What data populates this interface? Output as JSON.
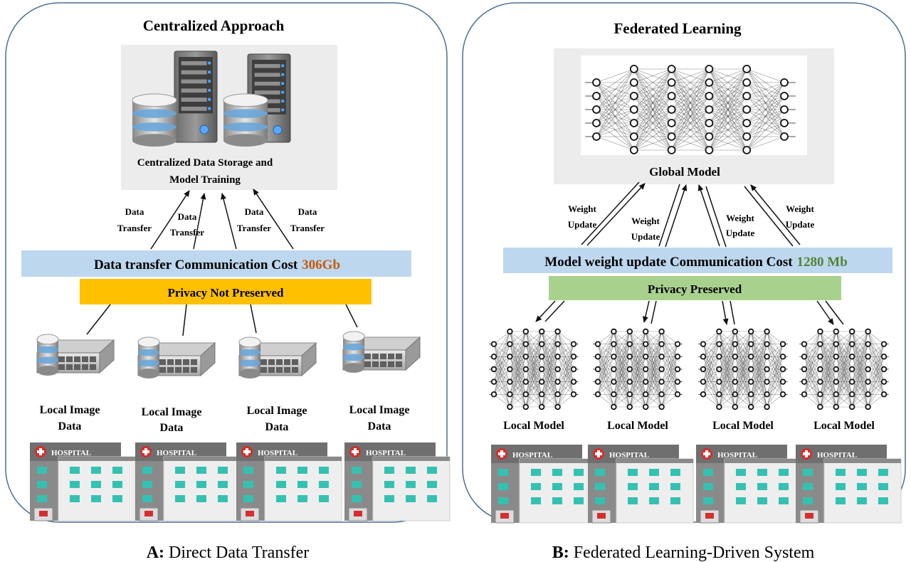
{
  "colors": {
    "panel_border": "#4a6f91",
    "band_blue": "#bdd7ee",
    "band_orange": "#ffc000",
    "band_green": "#a9d18e",
    "cost_orange": "#c55a11",
    "cost_green": "#548235",
    "box_gray": "#ececec",
    "hospital_teal": "#35c1b2",
    "hospital_red": "#d32f2f"
  },
  "panel_a": {
    "title": "Centralized Approach",
    "storage_label_1": "Centralized Data Storage and",
    "storage_label_2": "Model Training",
    "transfers": [
      {
        "l1": "Data",
        "l2": "Transfer"
      },
      {
        "l1": "Data",
        "l2": "Transfer"
      },
      {
        "l1": "Data",
        "l2": "Transfer"
      },
      {
        "l1": "Data",
        "l2": "Transfer"
      }
    ],
    "cost_label": "Data transfer  Communication  Cost",
    "cost_value": "306Gb",
    "privacy": "Privacy Not Preserved",
    "local_sites": [
      {
        "l1": "Local Image",
        "l2": "Data"
      },
      {
        "l1": "Local Image",
        "l2": "Data"
      },
      {
        "l1": "Local Image",
        "l2": "Data"
      },
      {
        "l1": "Local Image",
        "l2": "Data"
      }
    ],
    "hospital_sign": "HOSPITAL",
    "caption_bold": "A:",
    "caption_text": " Direct Data Transfer"
  },
  "panel_b": {
    "title": "Federated Learning",
    "global_label": "Global Model",
    "updates": [
      {
        "l1": "Weight",
        "l2": "Update"
      },
      {
        "l1": "Weight",
        "l2": "Update"
      },
      {
        "l1": "Weight",
        "l2": "Update"
      },
      {
        "l1": "Weight",
        "l2": "Update"
      }
    ],
    "cost_label": "Model weight update  Communication  Cost",
    "cost_value": "1280 Mb",
    "privacy": "Privacy Preserved",
    "local_models": [
      "Local Model",
      "Local Model",
      "Local Model",
      "Local Model"
    ],
    "hospital_sign": "HOSPITAL",
    "caption_bold": "B:",
    "caption_text": " Federated Learning-Driven System"
  }
}
